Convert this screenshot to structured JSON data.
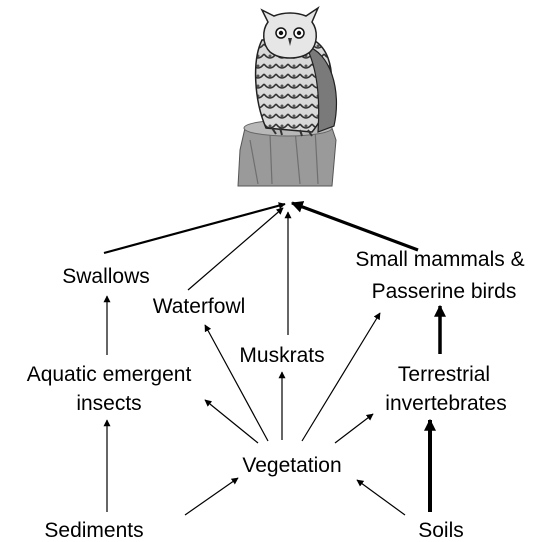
{
  "diagram": {
    "nodes": {
      "swallows": [
        "Swallows"
      ],
      "waterfowl": [
        "Waterfowl"
      ],
      "small_mammals": [
        "Small mammals &",
        "Passerine birds"
      ],
      "muskrats": [
        "Muskrats"
      ],
      "aquatic_insects": [
        "Aquatic emergent",
        "insects"
      ],
      "terrestrial_invertebrates": [
        "Terrestrial",
        "invertebrates"
      ],
      "vegetation": [
        "Vegetation"
      ],
      "sediments": [
        "Sediments"
      ],
      "soils": [
        "Soils"
      ]
    },
    "edges": [
      {
        "from": "swallows",
        "to": "owl",
        "weight": "medium"
      },
      {
        "from": "waterfowl",
        "to": "owl",
        "weight": "thin"
      },
      {
        "from": "muskrats",
        "to": "owl",
        "weight": "thin"
      },
      {
        "from": "small_mammals",
        "to": "owl",
        "weight": "thick"
      },
      {
        "from": "aquatic_insects",
        "to": "swallows",
        "weight": "thin"
      },
      {
        "from": "terrestrial_invertebrates",
        "to": "small_mammals",
        "weight": "thick"
      },
      {
        "from": "vegetation",
        "to": "waterfowl",
        "weight": "thin"
      },
      {
        "from": "vegetation",
        "to": "muskrats",
        "weight": "thin"
      },
      {
        "from": "vegetation",
        "to": "small_mammals",
        "weight": "thin"
      },
      {
        "from": "vegetation",
        "to": "aquatic_insects",
        "weight": "thin"
      },
      {
        "from": "vegetation",
        "to": "terrestrial_invertebrates",
        "weight": "thin"
      },
      {
        "from": "sediments",
        "to": "aquatic_insects",
        "weight": "thin"
      },
      {
        "from": "sediments",
        "to": "vegetation",
        "weight": "thin"
      },
      {
        "from": "soils",
        "to": "vegetation",
        "weight": "thin"
      },
      {
        "from": "soils",
        "to": "terrestrial_invertebrates",
        "weight": "thickest"
      }
    ]
  }
}
